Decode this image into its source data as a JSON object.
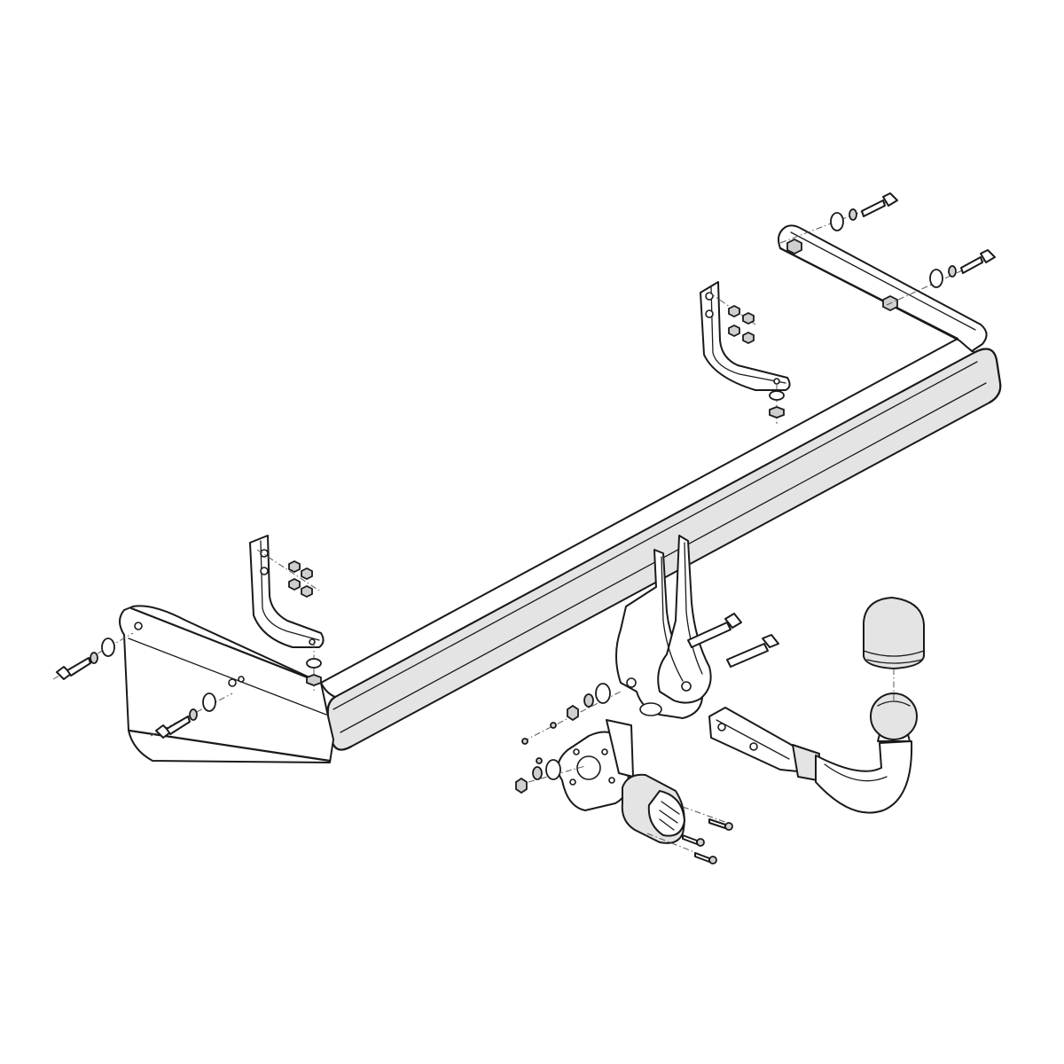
{
  "diagram": {
    "kind": "exploded-view",
    "subject": "tow-hitch",
    "background": "#ffffff",
    "line_color": "#1a1a1a",
    "shade_color": "#e4e4e4",
    "part_groups": [
      "main-crossbar",
      "left-side-arm",
      "right-side-arm",
      "left-mounting-bracket",
      "right-mounting-bracket",
      "center-mount-plates",
      "tow-ball-neck",
      "tow-ball",
      "ball-cover-cap",
      "electrical-socket-bracket",
      "electrical-socket",
      "fasteners"
    ]
  }
}
